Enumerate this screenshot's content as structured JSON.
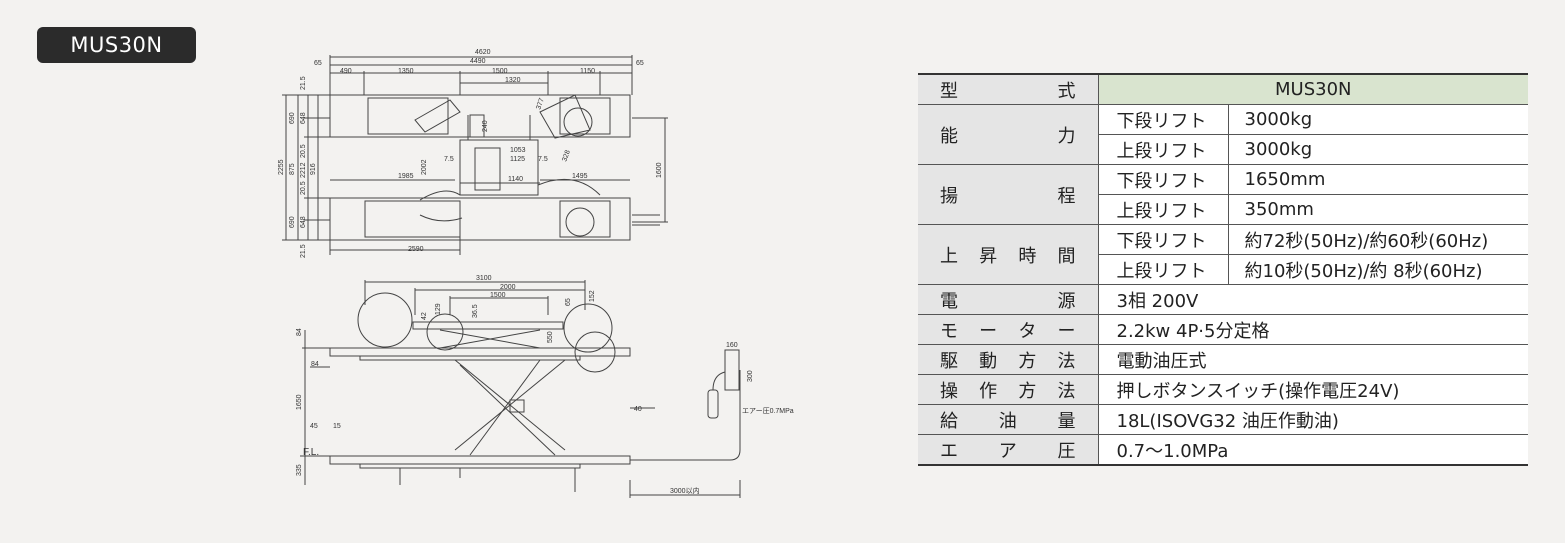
{
  "model_badge": "MUS30N",
  "spec_table": {
    "header": {
      "label": [
        "型",
        "式"
      ],
      "value": "MUS30N"
    },
    "rows": [
      {
        "label": [
          "能",
          "力"
        ],
        "subs": [
          {
            "name": "下段リフト",
            "value": "3000kg"
          },
          {
            "name": "上段リフト",
            "value": "3000kg"
          }
        ]
      },
      {
        "label": [
          "揚",
          "程"
        ],
        "subs": [
          {
            "name": "下段リフト",
            "value": "1650mm"
          },
          {
            "name": "上段リフト",
            "value": "350mm"
          }
        ]
      },
      {
        "label": [
          "上",
          "昇",
          "時",
          "間"
        ],
        "subs": [
          {
            "name": "下段リフト",
            "value": "約72秒(50Hz)/約60秒(60Hz)"
          },
          {
            "name": "上段リフト",
            "value": "約10秒(50Hz)/約 8秒(60Hz)"
          }
        ]
      },
      {
        "label": [
          "電",
          "源"
        ],
        "value": "3相 200V"
      },
      {
        "label": [
          "モ",
          "ー",
          "タ",
          "ー"
        ],
        "value": "2.2kw 4P·5分定格"
      },
      {
        "label": [
          "駆",
          "動",
          "方",
          "法"
        ],
        "value": "電動油圧式"
      },
      {
        "label": [
          "操",
          "作",
          "方",
          "法"
        ],
        "value": "押しボタンスイッチ(操作電圧24V)"
      },
      {
        "label": [
          "給",
          "油",
          "量"
        ],
        "value": "18L(ISOVG32 油圧作動油)"
      },
      {
        "label": [
          "エ",
          "ア",
          "圧"
        ],
        "value": "0.7〜1.0MPa"
      }
    ]
  },
  "plan_dims": {
    "total_len": "4620",
    "inner_len": "4490",
    "end_gap": "65",
    "seg1": "490",
    "seg2": "1350",
    "seg3": "1500",
    "seg4": "1150",
    "seg_mid": "1320",
    "w2255": "2255",
    "w875": "875",
    "w2212": "2212",
    "w916": "916",
    "w1600": "1600",
    "w690": "690",
    "w648": "648",
    "w205": "20.5",
    "w215": "21.5",
    "d1985": "1985",
    "d1495": "1495",
    "d1140": "1140",
    "d1125": "1125",
    "d1053": "1053",
    "d75": "7.5",
    "d2002": "2002",
    "d2590": "2590",
    "d240": "240",
    "d377": "377",
    "d328": "328"
  },
  "side_dims": {
    "d3100": "3100",
    "d2000": "2000",
    "d1500": "1500",
    "d1650": "1650",
    "d335": "335",
    "d84": "84",
    "d45": "45",
    "d15": "15",
    "d40": "40",
    "d160": "160",
    "d300": "300",
    "d550": "550",
    "d129": "129",
    "d42": "42",
    "d365": "36.5",
    "d65": "65",
    "d152": "152",
    "fl": "F.L.",
    "air_pressure": "エアー圧0.7MPa",
    "hose_len": "3000以内"
  }
}
